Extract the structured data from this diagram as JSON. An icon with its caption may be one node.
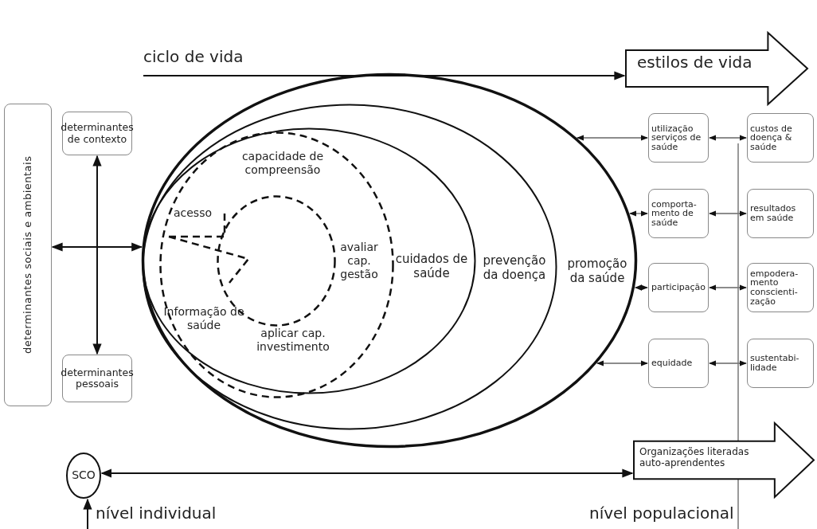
{
  "diagram": {
    "nodes": [
      {
        "text": [
          "determinantes sociais e ambientais"
        ]
      },
      {
        "text": [
          "determinantes de contexto"
        ]
      },
      {
        "text": [
          "determinantes pessoais"
        ]
      },
      {
        "text": [
          "SCO"
        ]
      },
      {
        "text": [
          "promoção da saúde"
        ]
      },
      {
        "text": [
          "prevenção da doença"
        ],
        "in": 4
      },
      {
        "text": [
          "cuidados de saúde"
        ],
        "in": 5
      },
      {
        "text": [
          "capacidade de compreensão",
          "acesso",
          "avaliar cap. gestão",
          "Informação de saúde",
          "aplicar cap. investimento"
        ],
        "in": 6
      },
      {
        "text": [],
        "shape": "circle",
        "in": 7
      },
      {
        "text": [
          "estilos de vida"
        ]
      },
      {
        "text": [
          "Organizações literadas auto-aprendentes"
        ]
      },
      {
        "text": [
          "utilização serviços de saúde"
        ]
      },
      {
        "text": [
          "comporta- mento de saúde"
        ]
      },
      {
        "text": [
          "participação"
        ]
      },
      {
        "text": [
          "equidade"
        ]
      },
      {
        "text": [
          "custos de doença & saúde"
        ]
      },
      {
        "text": [
          "resultados em saúde"
        ]
      },
      {
        "text": [
          "empodera- mento conscienti- zação"
        ]
      },
      {
        "text": [
          "sustentabi- lidade"
        ]
      }
    ],
    "edges": [
      {
        "from": null,
        "to": 9,
        "arrow": "to",
        "label": "ciclo de vida"
      },
      {
        "from": 0,
        "to": 4,
        "arrow": "both"
      },
      {
        "from": 1,
        "to": 2,
        "arrow": "both"
      },
      {
        "from": 4,
        "to": 11,
        "arrow": "both"
      },
      {
        "from": 4,
        "to": 12,
        "arrow": "both"
      },
      {
        "from": 4,
        "to": 13,
        "arrow": "both"
      },
      {
        "from": 4,
        "to": 14,
        "arrow": "both"
      },
      {
        "from": 11,
        "to": 15,
        "arrow": "both"
      },
      {
        "from": 12,
        "to": 16,
        "arrow": "both"
      },
      {
        "from": 13,
        "to": 17,
        "arrow": "both"
      },
      {
        "from": 14,
        "to": 18,
        "arrow": "both"
      },
      {
        "from": 3,
        "to": 10,
        "arrow": "both"
      },
      {
        "from": null,
        "to": 3,
        "arrow": "to"
      }
    ],
    "labels": [
      "nível individual",
      "nível populacional"
    ]
  }
}
